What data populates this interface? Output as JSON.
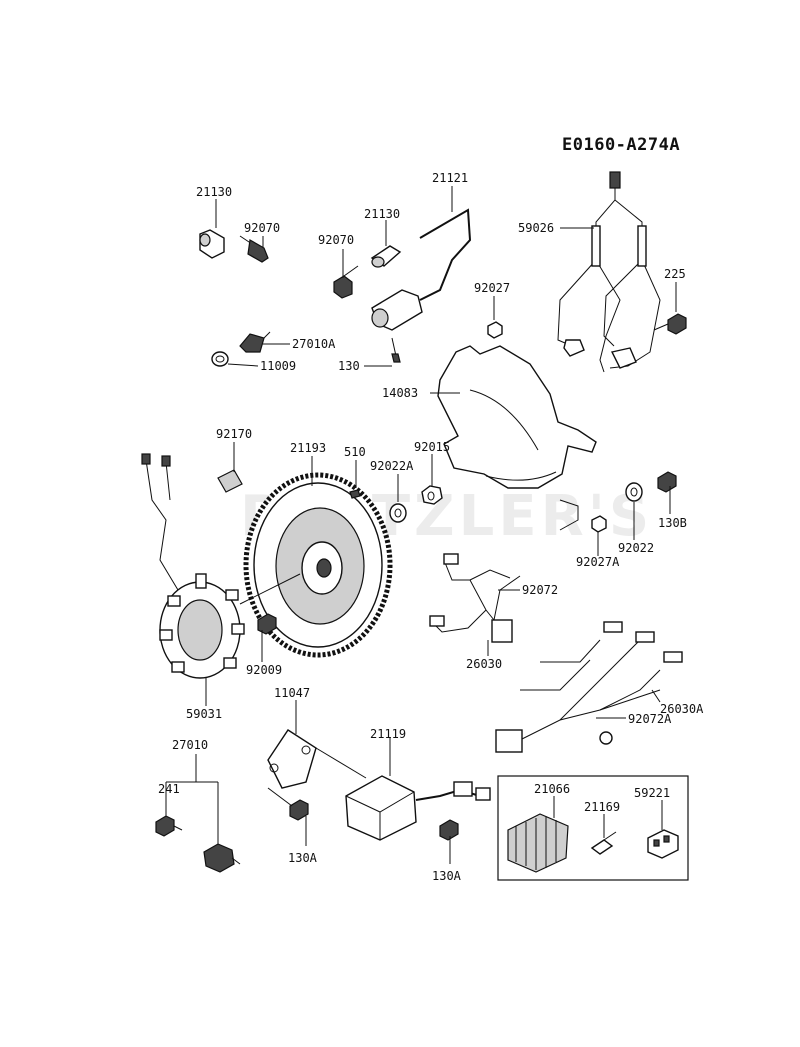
{
  "diagram": {
    "code": "E0160-A274A",
    "watermark": "PARTZLER'S",
    "parts": {
      "p21130a": "21130",
      "p92070a": "92070",
      "p21130b": "21130",
      "p92070b": "92070",
      "p21121": "21121",
      "p27010A": "27010A",
      "p11009": "11009",
      "p130": "130",
      "p92027": "92027",
      "p14083": "14083",
      "p59026": "59026",
      "p225": "225",
      "p92170": "92170",
      "p21193": "21193",
      "p510": "510",
      "p92015": "92015",
      "p92022A": "92022A",
      "p130B": "130B",
      "p92022": "92022",
      "p92027A": "92027A",
      "p92072": "92072",
      "p26030": "26030",
      "p92009": "92009",
      "p59031": "59031",
      "p11047": "11047",
      "p26030A": "26030A",
      "p92072A": "92072A",
      "p27010": "27010",
      "p21119": "21119",
      "p241": "241",
      "p21066": "21066",
      "p21169": "21169",
      "p59221": "59221",
      "p130Aa": "130A",
      "p130Ab": "130A"
    }
  }
}
